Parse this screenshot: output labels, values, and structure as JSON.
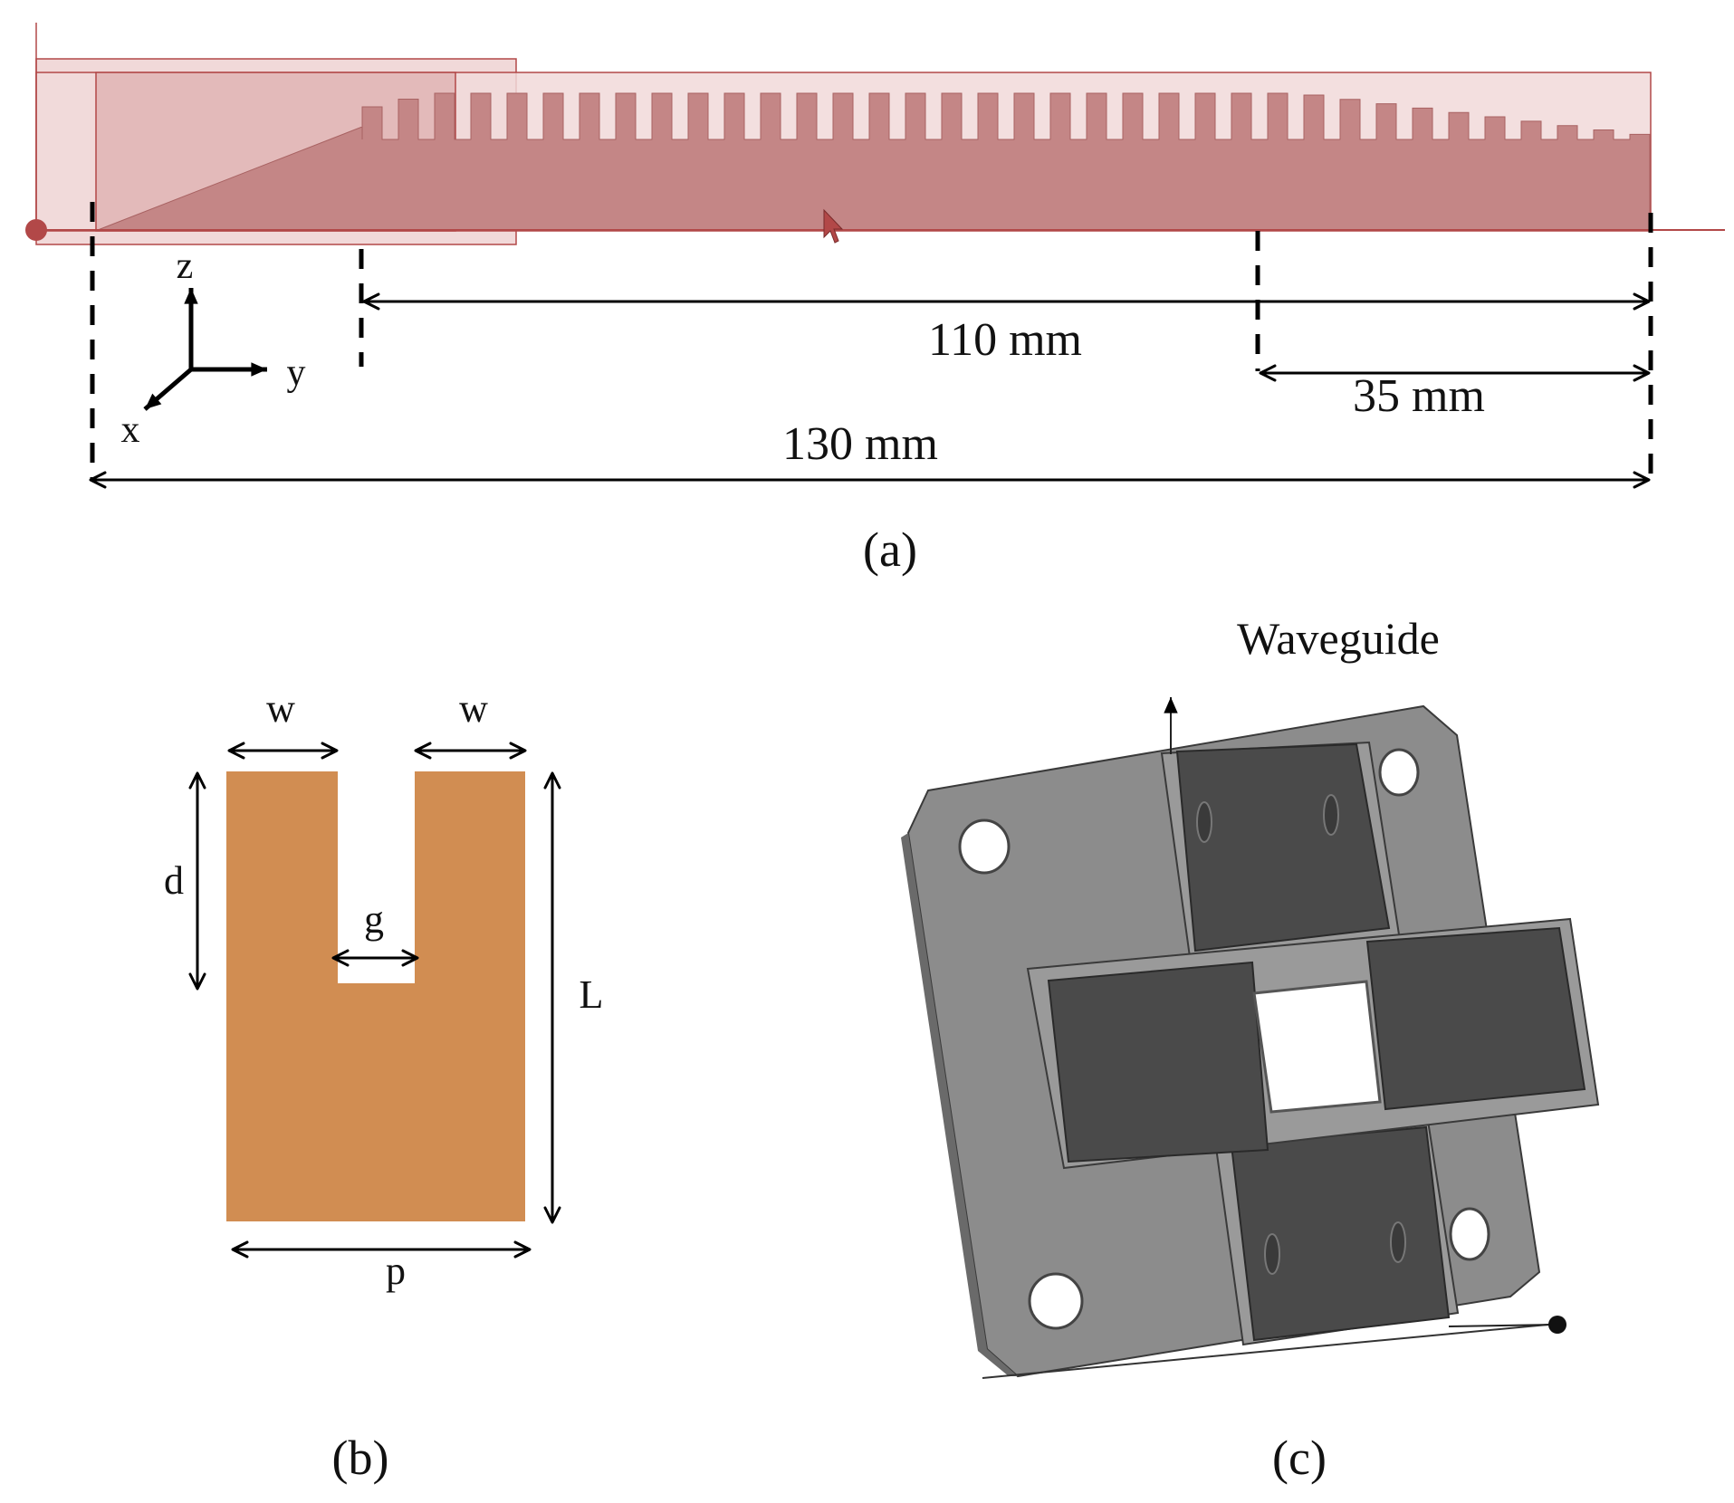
{
  "figure": {
    "panel_a": {
      "caption": "(a)",
      "dimensions": {
        "total_length": "130 mm",
        "corrugated_length": "110 mm",
        "taper_length": "35 mm"
      },
      "axes": {
        "z": "z",
        "y": "y",
        "x": "x"
      },
      "structure_color": "#c48686",
      "box_color": "#b24848"
    },
    "panel_b": {
      "caption": "(b)",
      "labels": {
        "w_left": "w",
        "w_right": "w",
        "d": "d",
        "g": "g",
        "L": "L",
        "p": "p"
      },
      "fill_color": "#d18d52"
    },
    "panel_c": {
      "caption": "(c)",
      "title": "Waveguide",
      "plate_color": "#8c8c8c",
      "channel_color": "#4a4a4a"
    }
  }
}
